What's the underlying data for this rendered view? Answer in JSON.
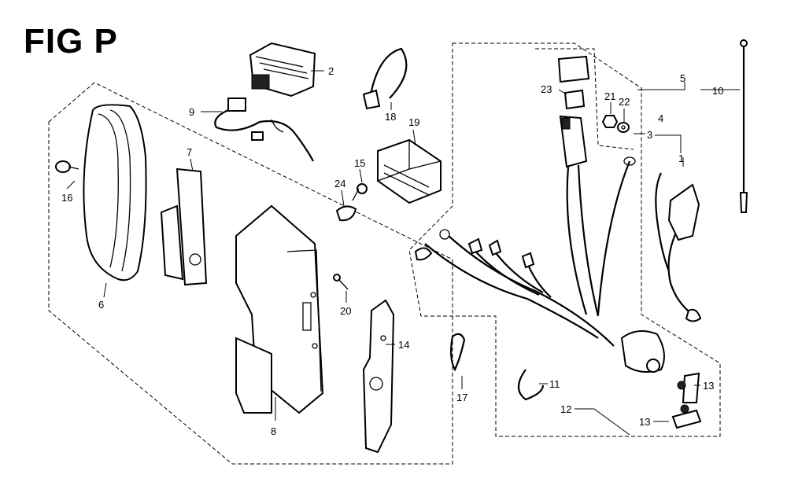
{
  "figure": {
    "title": "FIG P"
  },
  "callouts": {
    "c1": "1",
    "c2": "2",
    "c3": "3",
    "c4": "4",
    "c5": "5",
    "c6": "6",
    "c7": "7",
    "c8": "8",
    "c9": "9",
    "c10": "10",
    "c11": "11",
    "c12": "12",
    "c13a": "13",
    "c13b": "13",
    "c14": "14",
    "c15": "15",
    "c16": "16",
    "c17": "17",
    "c18": "18",
    "c19": "19",
    "c20": "20",
    "c21": "21",
    "c22": "22",
    "c23": "23",
    "c24": "24"
  }
}
